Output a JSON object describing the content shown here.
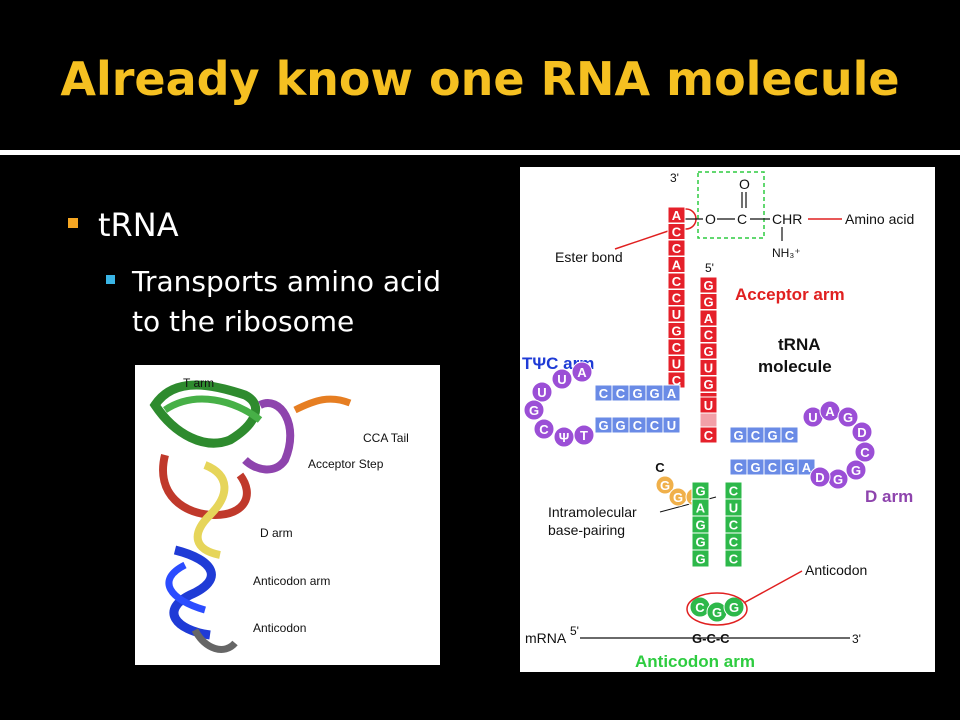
{
  "slide": {
    "title": "Already know one RNA molecule",
    "bullet_main": "tRNA",
    "bullet_sub": "Transports amino acid to the ribosome"
  },
  "figure_3d": {
    "labels": [
      "T arm",
      "CCA Tail",
      "Acceptor Step",
      "D arm",
      "Anticodon arm",
      "Anticodon"
    ]
  },
  "figure_2d": {
    "three_prime": "3'",
    "five_prime": "5'",
    "ester_bond": "Ester bond",
    "amino_acid": "Amino acid",
    "acceptor_arm": "Acceptor arm",
    "trna_line1": "tRNA",
    "trna_line2": "molecule",
    "tpsic_arm": "TΨC arm",
    "d_arm": "D arm",
    "intra_line1": "Intramolecular",
    "intra_line2": "base-pairing",
    "anticodon": "Anticodon",
    "anticodon_arm": "Anticodon arm",
    "mrna": "mRNA",
    "mrna_5": "5'",
    "mrna_3": "3'",
    "mrna_codon": "G-C-C",
    "chem_O_top": "O",
    "chem_O": "O",
    "chem_C": "C",
    "chem_CHR": "CHR",
    "chem_NH3": "NH₃⁺",
    "acceptor_left": [
      "A",
      "C",
      "C",
      "A",
      "C",
      "C",
      "U",
      "G",
      "C",
      "U",
      "C"
    ],
    "acceptor_right": [
      "G",
      "G",
      "A",
      "C",
      "G",
      "U",
      "G",
      "U"
    ],
    "t_top": [
      "C",
      "C",
      "G",
      "G",
      "A"
    ],
    "t_bottom": [
      "G",
      "G",
      "C",
      "C",
      "U"
    ],
    "t_loop": [
      "A",
      "U",
      "U",
      "G",
      "C",
      "Ψ",
      "T"
    ],
    "d_top": [
      "G",
      "C",
      "G",
      "C"
    ],
    "d_bottom": [
      "C",
      "G",
      "C",
      "G",
      "A"
    ],
    "d_loop": [
      "U",
      "A",
      "G",
      "D",
      "C",
      "G",
      "G",
      "D"
    ],
    "ac_left": [
      "G",
      "A",
      "G",
      "G",
      "G"
    ],
    "ac_right": [
      "C",
      "U",
      "C",
      "C",
      "C"
    ],
    "ac_loop": [
      "C",
      "G",
      "G"
    ],
    "var_loop": [
      "C",
      "G",
      "G",
      "A"
    ],
    "pair_extra": [
      "U",
      "C"
    ]
  }
}
